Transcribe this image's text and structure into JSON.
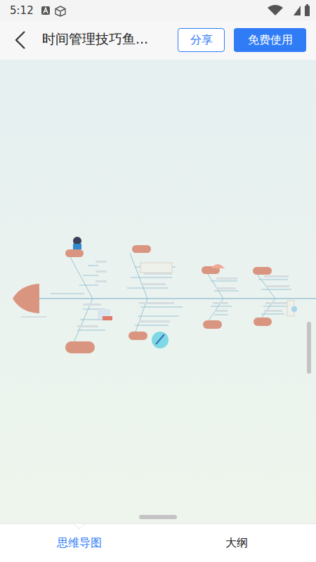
{
  "diagram": {
    "title": "时间管理技巧鱼...",
    "nodes": [
      {
        "text": [
          "分享"
        ]
      },
      {
        "text": [
          "免费使用"
        ]
      }
    ],
    "labels": [
      "5:12",
      "思维导图",
      "大纲"
    ]
  }
}
